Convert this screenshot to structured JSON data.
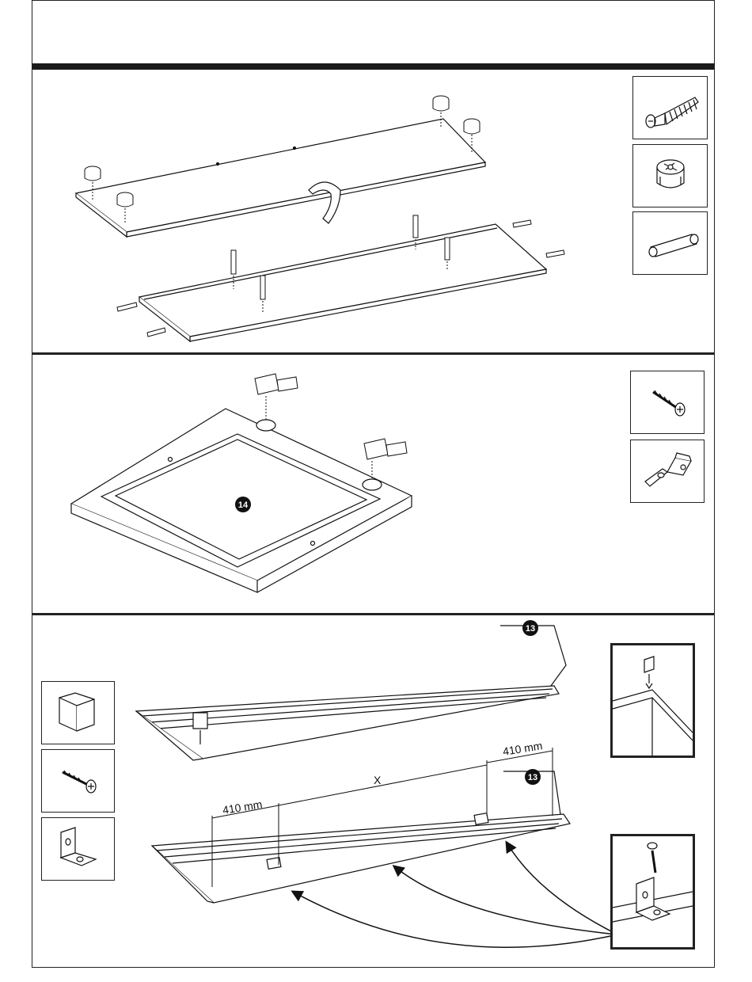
{
  "dimensions": {
    "left_offset": "410 mm",
    "right_offset": "410 mm",
    "middle_span": "X"
  },
  "part_numbers": {
    "door": "14",
    "cornice_back": "13",
    "cornice_front": "13"
  },
  "icons": {
    "section1_parts": [
      "cam-bolt-icon",
      "cam-lock-icon",
      "wooden-dowel-icon"
    ],
    "section2_parts": [
      "screw-icon",
      "hinge-icon"
    ],
    "section3_parts": [
      "corner-block-icon",
      "screw-icon",
      "l-bracket-icon"
    ]
  },
  "colors": {
    "line": "#111111",
    "background": "#ffffff",
    "marker_fill": "#111111"
  }
}
